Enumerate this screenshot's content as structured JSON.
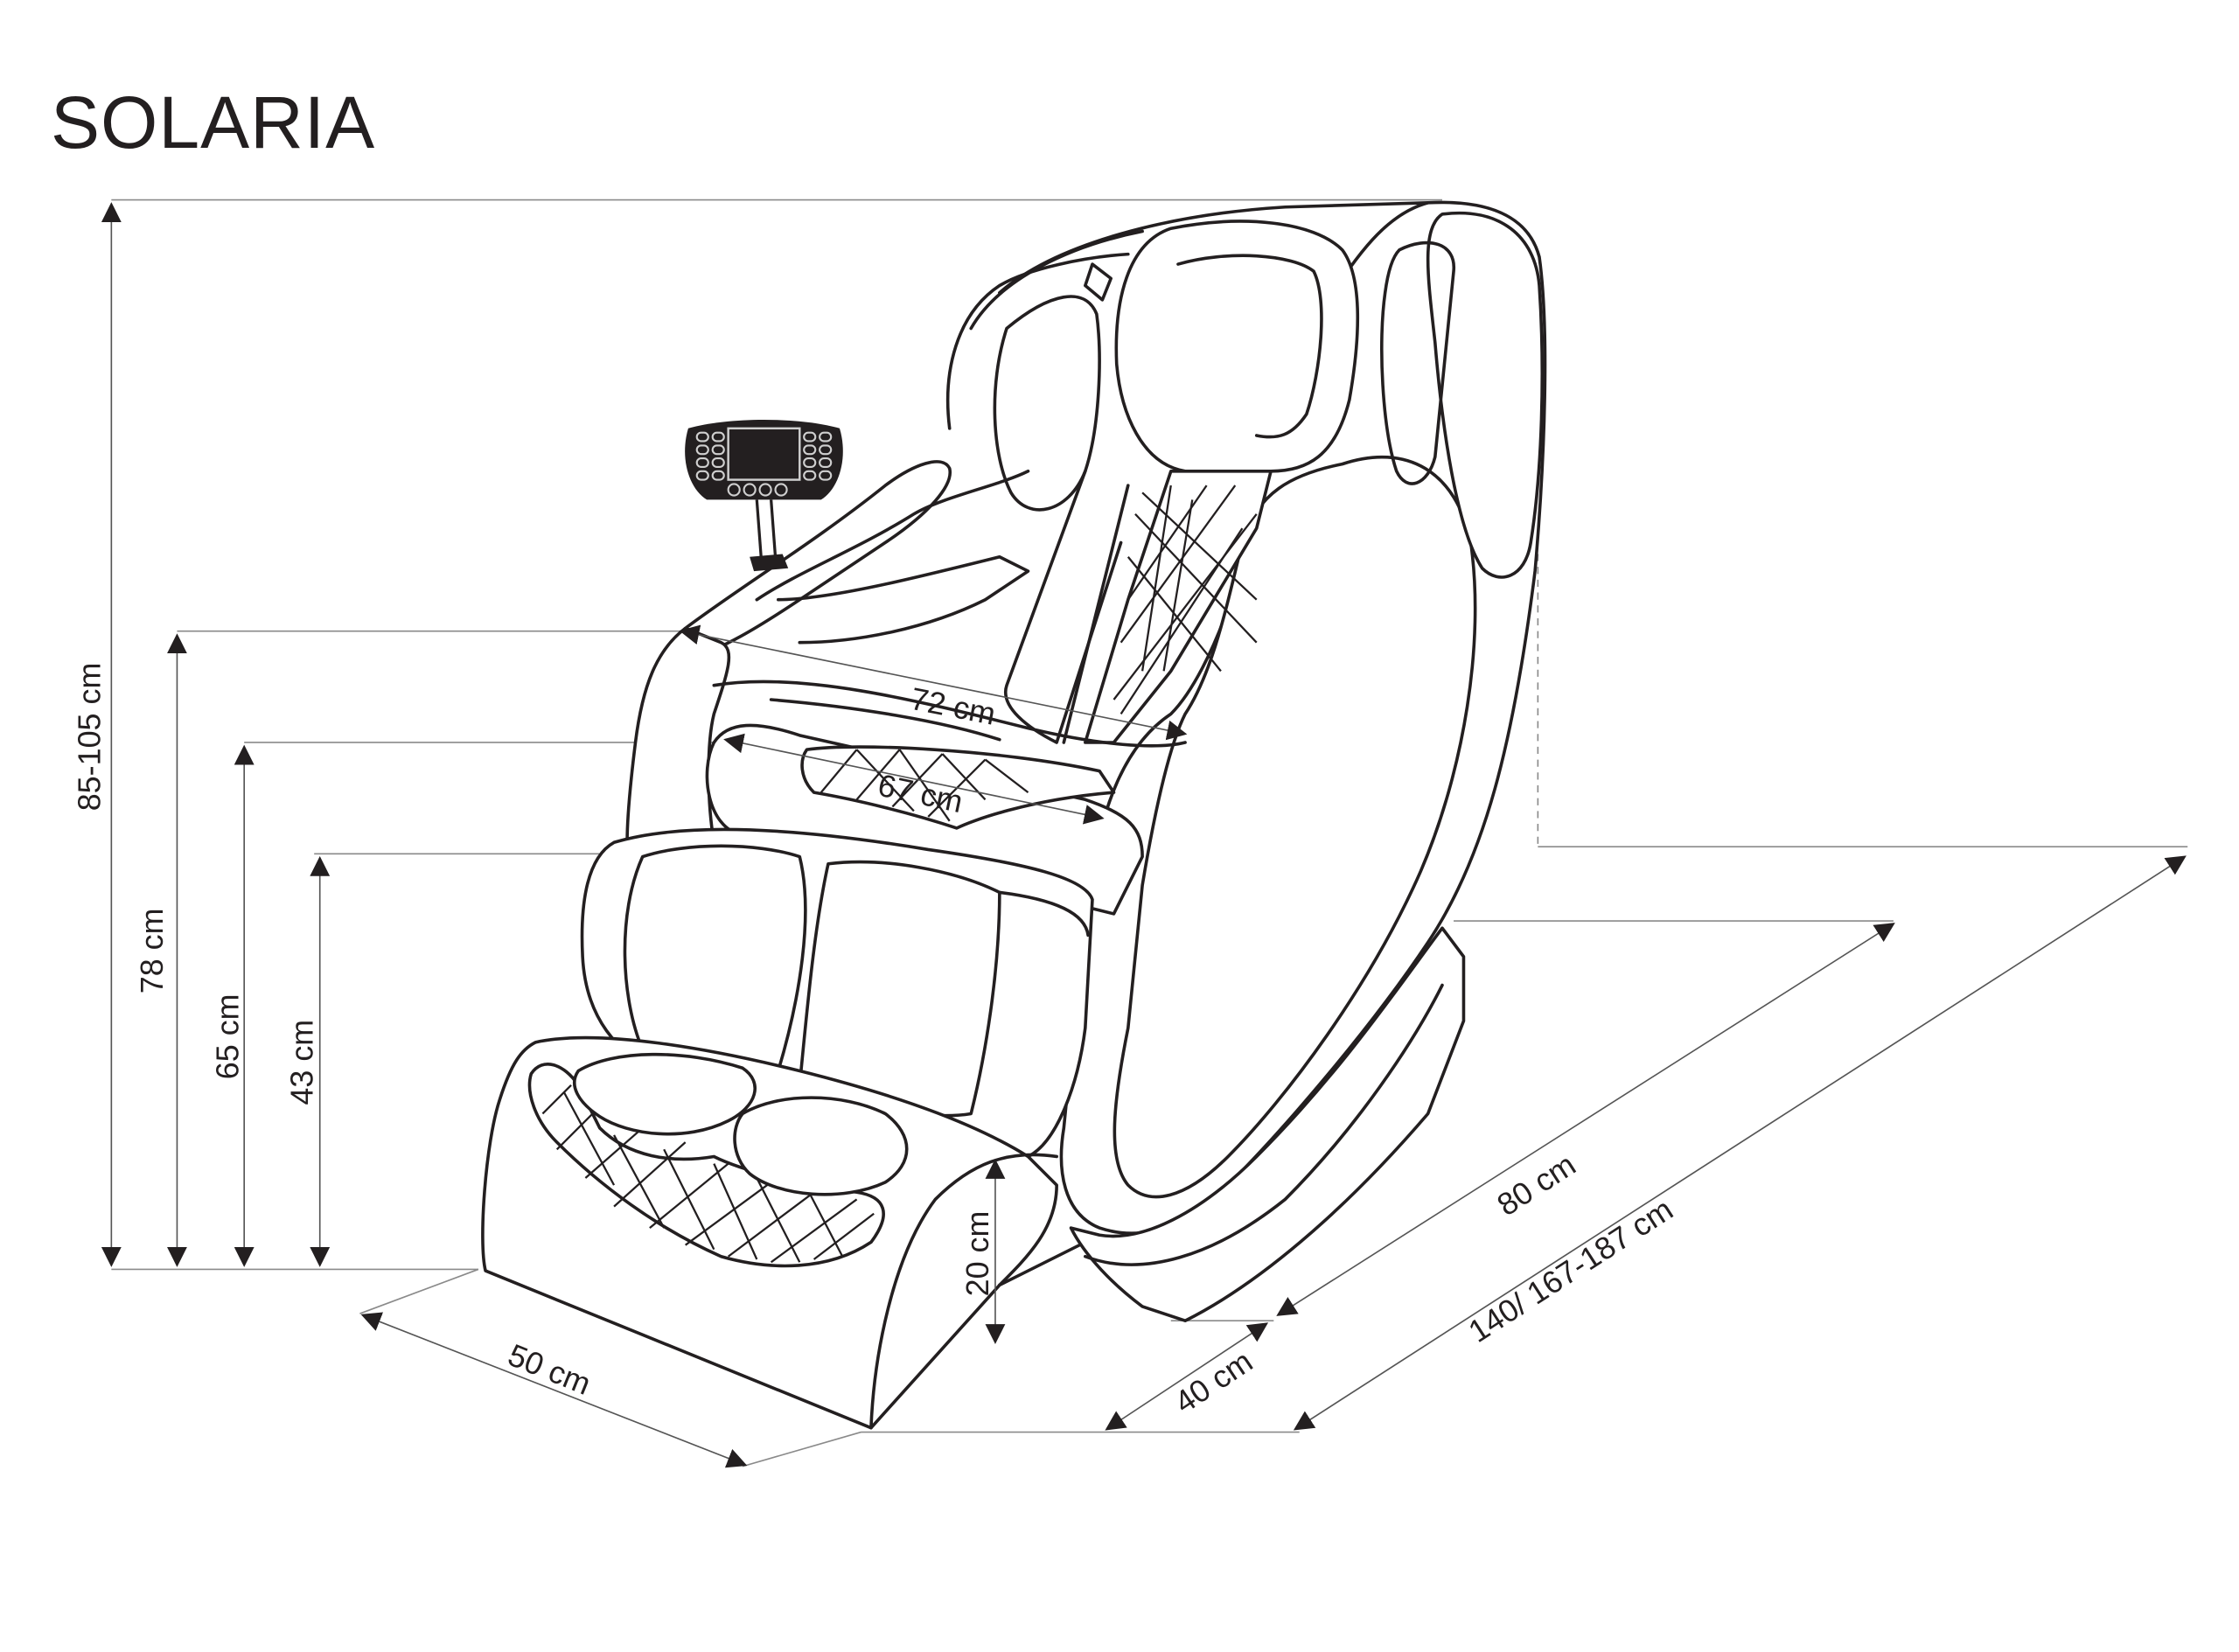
{
  "title": "SOLARIA",
  "dimensions": {
    "total_height": "85-105 cm",
    "armrest_height": "78 cm",
    "seat_back_height": "65 cm",
    "seat_height": "43 cm",
    "outer_width": "72 cm",
    "inner_width": "67 cm",
    "footrest_height": "20 cm",
    "footrest_depth": "50 cm",
    "base_width": "40 cm",
    "depth": "80 cm",
    "length_reclined": "140/ 167-187 cm"
  },
  "remote": {
    "icon": "remote-control-icon",
    "button_rows": 4,
    "button_cols_each_side": 2,
    "bottom_buttons": 4
  },
  "colors": {
    "line": "#231f20",
    "dimension_line": "#555555",
    "extension_line": "#8a8a8a",
    "background": "#ffffff"
  }
}
